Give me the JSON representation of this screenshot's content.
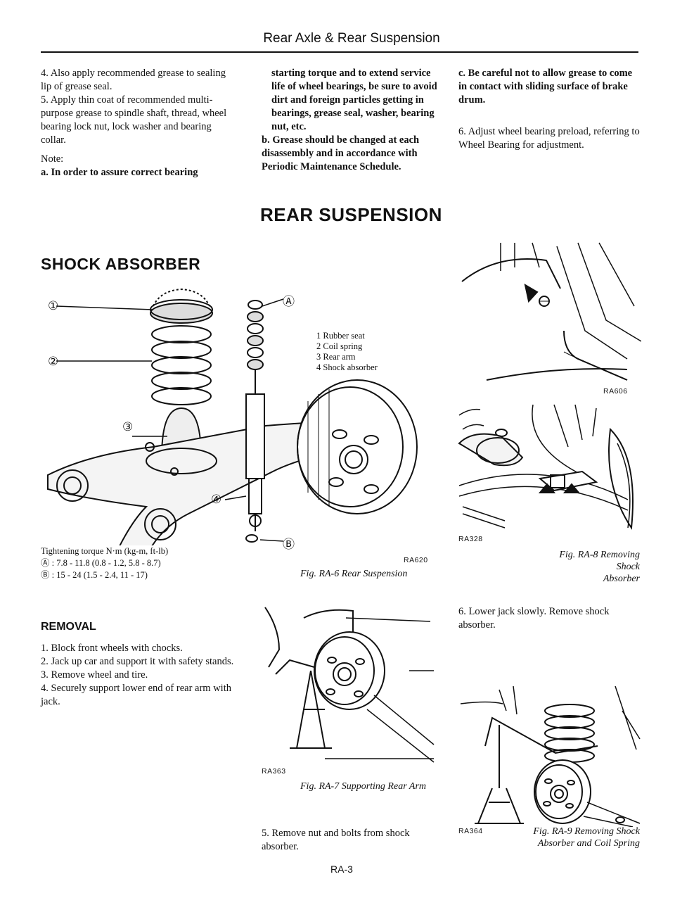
{
  "header": {
    "title": "Rear Axle & Rear Suspension"
  },
  "col1": {
    "p4": "4.  Also apply recommended grease to sealing lip of grease seal.",
    "p5": "5.  Apply thin coat of recommended multi-purpose grease to spindle shaft, thread, wheel bearing lock nut, lock washer and bearing collar.",
    "note_label": "Note:",
    "note_a": "a. In order to assure correct bearing"
  },
  "col2": {
    "note_a_cont": "starting torque and to extend service life of wheel bearings, be sure to avoid dirt and foreign particles getting in bearings, grease seal, washer, bearing nut, etc.",
    "note_b": "b. Grease should be changed at each disassembly and in accordance with Periodic Maintenance Schedule."
  },
  "col3": {
    "note_c": "c. Be careful not to allow grease to come in contact with sliding surface of brake drum.",
    "p6": "6.  Adjust wheel bearing preload, referring to Wheel Bearing for adjustment."
  },
  "headings": {
    "rear_suspension": "REAR SUSPENSION",
    "shock_absorber": "SHOCK ABSORBER",
    "removal": "REMOVAL"
  },
  "fig6": {
    "legend": [
      "1  Rubber seat",
      "2  Coil spring",
      "3  Rear arm",
      "4  Shock absorber"
    ],
    "torque_title": "Tightening torque N·m (kg-m, ft-lb)",
    "torque_a": "Ⓐ :  7.8 - 11.8 (0.8 - 1.2, 5.8 - 8.7)",
    "torque_b": "Ⓑ :  15 - 24 (1.5 - 2.4, 11 - 17)",
    "code": "RA620",
    "caption": "Fig. RA-6  Rear Suspension",
    "callouts": [
      "①",
      "②",
      "③",
      "④",
      "Ⓐ",
      "Ⓑ"
    ]
  },
  "fig7": {
    "code": "RA363",
    "caption": "Fig. RA-7  Supporting Rear Arm"
  },
  "fig8": {
    "code_top": "RA606",
    "code": "RA328",
    "caption_line1": "Fig. RA-8  Removing Shock",
    "caption_line2": "Absorber"
  },
  "fig9": {
    "code": "RA364",
    "caption_line1": "Fig. RA-9  Removing Shock",
    "caption_line2": "Absorber and Coil Spring"
  },
  "removal_steps": [
    "1.  Block front wheels with chocks.",
    "2.  Jack up car and support it with safety stands.",
    "3.  Remove wheel and tire.",
    "4.  Securely support lower end of rear arm with jack."
  ],
  "step5": "5.  Remove nut and bolts from shock absorber.",
  "step6": "6.  Lower jack slowly. Remove shock absorber.",
  "footer": {
    "page": "RA-3"
  }
}
